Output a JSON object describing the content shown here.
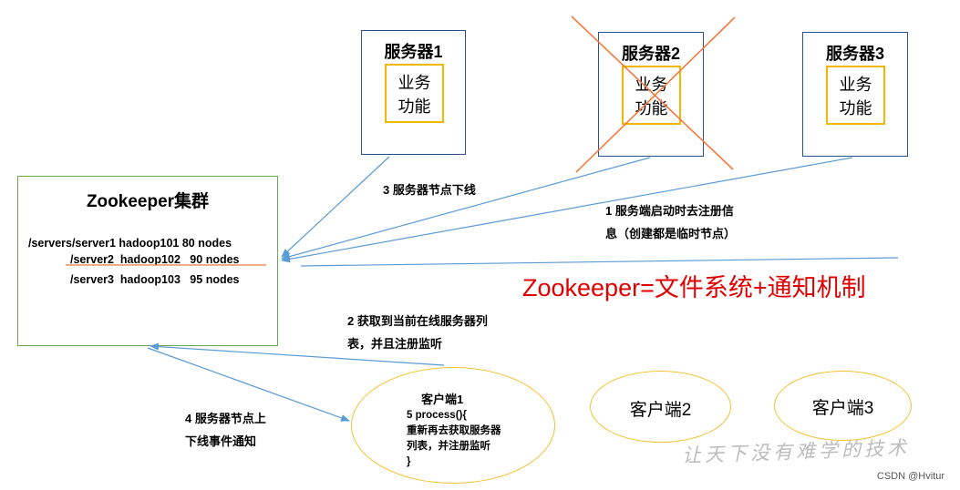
{
  "servers": [
    {
      "title": "服务器1",
      "biz_line1": "业务",
      "biz_line2": "功能"
    },
    {
      "title": "服务器2",
      "biz_line1": "业务",
      "biz_line2": "功能"
    },
    {
      "title": "服务器3",
      "biz_line1": "业务",
      "biz_line2": "功能"
    }
  ],
  "zookeeper": {
    "title": "Zookeeper集群",
    "lines": [
      "/servers/server1 hadoop101 80 nodes",
      "/server2  hadoop102   90 nodes",
      "/server3  hadoop103   95 nodes"
    ]
  },
  "notes": {
    "step1_line1": "1 服务端启动时去注册信",
    "step1_line2": "息（创建都是临时节点）",
    "step2_line1": "2 获取到当前在线服务器列",
    "step2_line2": "表，并且注册监听",
    "step3": "3 服务器节点下线",
    "step4_line1": "4 服务器节点上",
    "step4_line2": "下线事件通知"
  },
  "formula": "Zookeeper=文件系统+通知机制",
  "clients": {
    "client1": {
      "title": "客户端1",
      "lines": [
        "5 process(){",
        "重新再去获取服务器",
        "列表，并注册监听",
        "}"
      ]
    },
    "client2": "客户端2",
    "client3": "客户端3"
  },
  "watermark": "让天下没有难学的技术",
  "credit": "CSDN @Hvitur",
  "colors": {
    "server_border": "#2f4f8f",
    "biz_border": "#f2b700",
    "zk_border": "#6aa84f",
    "arrow": "#5b9bd5",
    "cross": "#f07b3f",
    "formula": "#e00000",
    "client_border": "#f2c230"
  }
}
